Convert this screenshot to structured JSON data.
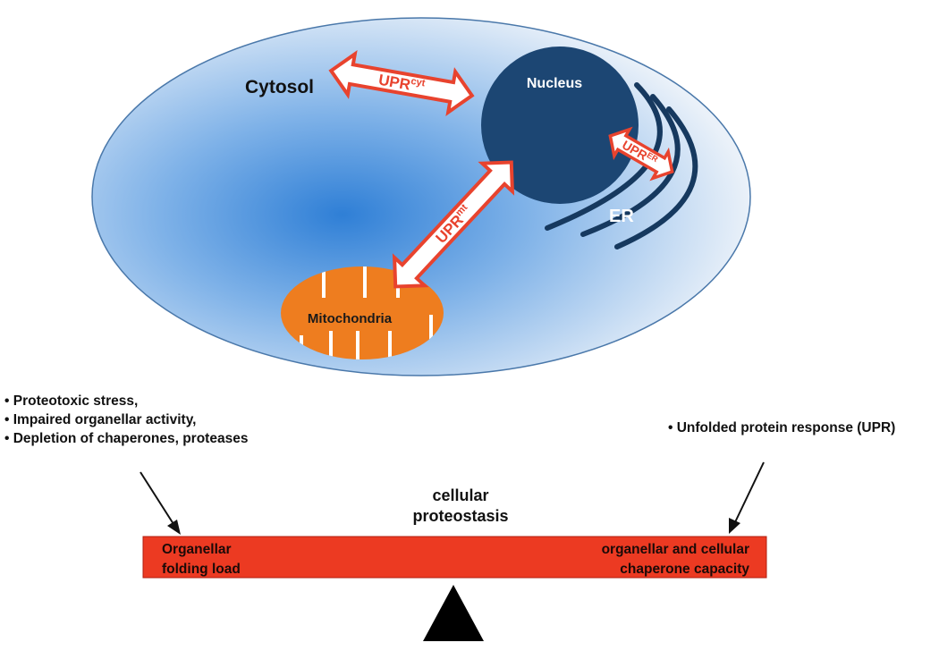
{
  "cell": {
    "cytosol_label": "Cytosol",
    "nucleus_label": "Nucleus",
    "er_label": "ER",
    "mitochondria_label": "Mitochondria"
  },
  "upr_arrows": {
    "cyt": {
      "base": "UPR",
      "superscript": "cyt"
    },
    "mt": {
      "base": "UPR",
      "superscript": "mt"
    },
    "er": {
      "base": "UPR",
      "superscript": "ER"
    }
  },
  "load_factors": [
    "Proteotoxic stress,",
    "Impaired organellar activity,",
    "Depletion of chaperones, proteases"
  ],
  "response_factors": [
    "Unfolded protein response (UPR)"
  ],
  "balance": {
    "caption_line1": "cellular",
    "caption_line2": "proteostasis",
    "left_line1": "Organellar",
    "left_line2": "folding load",
    "right_line1": "organellar and cellular",
    "right_line2": "chaperone capacity"
  },
  "colors": {
    "cell_fill_center": "#2f7fd6",
    "cell_fill_edge": "#e6eef8",
    "cell_outline": "#3d6fa8",
    "nucleus": "#1c4673",
    "er": "#16395f",
    "mitochondria": "#ee7d1f",
    "upr_arrow_outline": "#e8432e",
    "beam": "#ec3a22",
    "fulcrum": "#000000"
  }
}
